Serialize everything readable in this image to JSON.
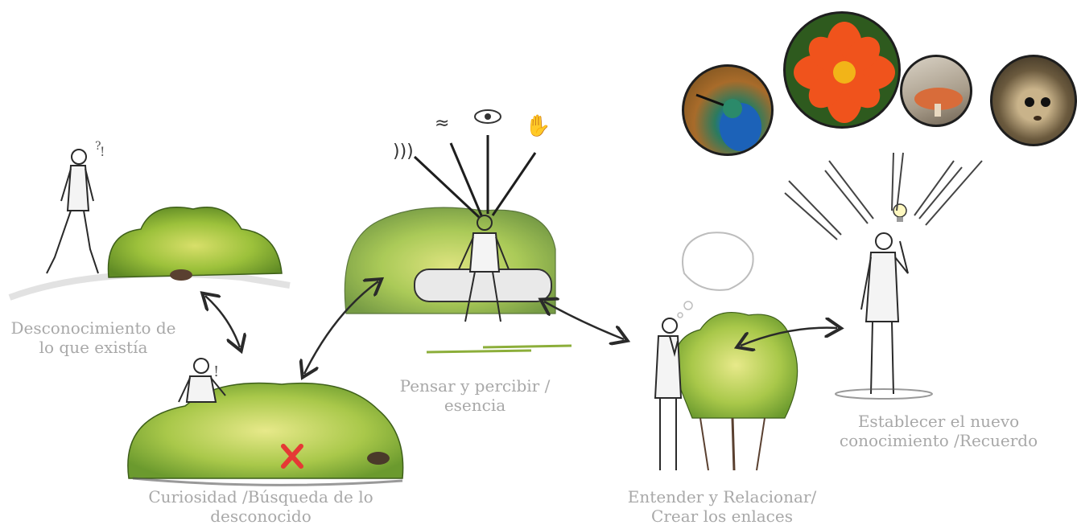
{
  "steps": [
    {
      "lines": [
        "Desconocimiento de",
        "lo que existía"
      ]
    },
    {
      "lines": [
        "Curiosidad /Búsqueda de lo",
        "desconocido"
      ]
    },
    {
      "lines": [
        "Pensar y percibir /",
        "esencia"
      ]
    },
    {
      "lines": [
        "Entender y Relacionar/",
        "Crear los enlaces"
      ]
    },
    {
      "lines": [
        "Establecer el nuevo",
        "conocimiento  /Recuerdo"
      ]
    }
  ],
  "photos": [
    {
      "icon": "hummingbird-photo"
    },
    {
      "icon": "orange-flower-photo"
    },
    {
      "icon": "mushroom-photo"
    },
    {
      "icon": "opossum-photo"
    }
  ],
  "colors": {
    "caption": "#a8a8a8",
    "bush": "#9cc13b",
    "bush_dark": "#5f8a25",
    "bush_light": "#d8df6a",
    "ink": "#2a2a2a",
    "marker": "#e53935"
  }
}
